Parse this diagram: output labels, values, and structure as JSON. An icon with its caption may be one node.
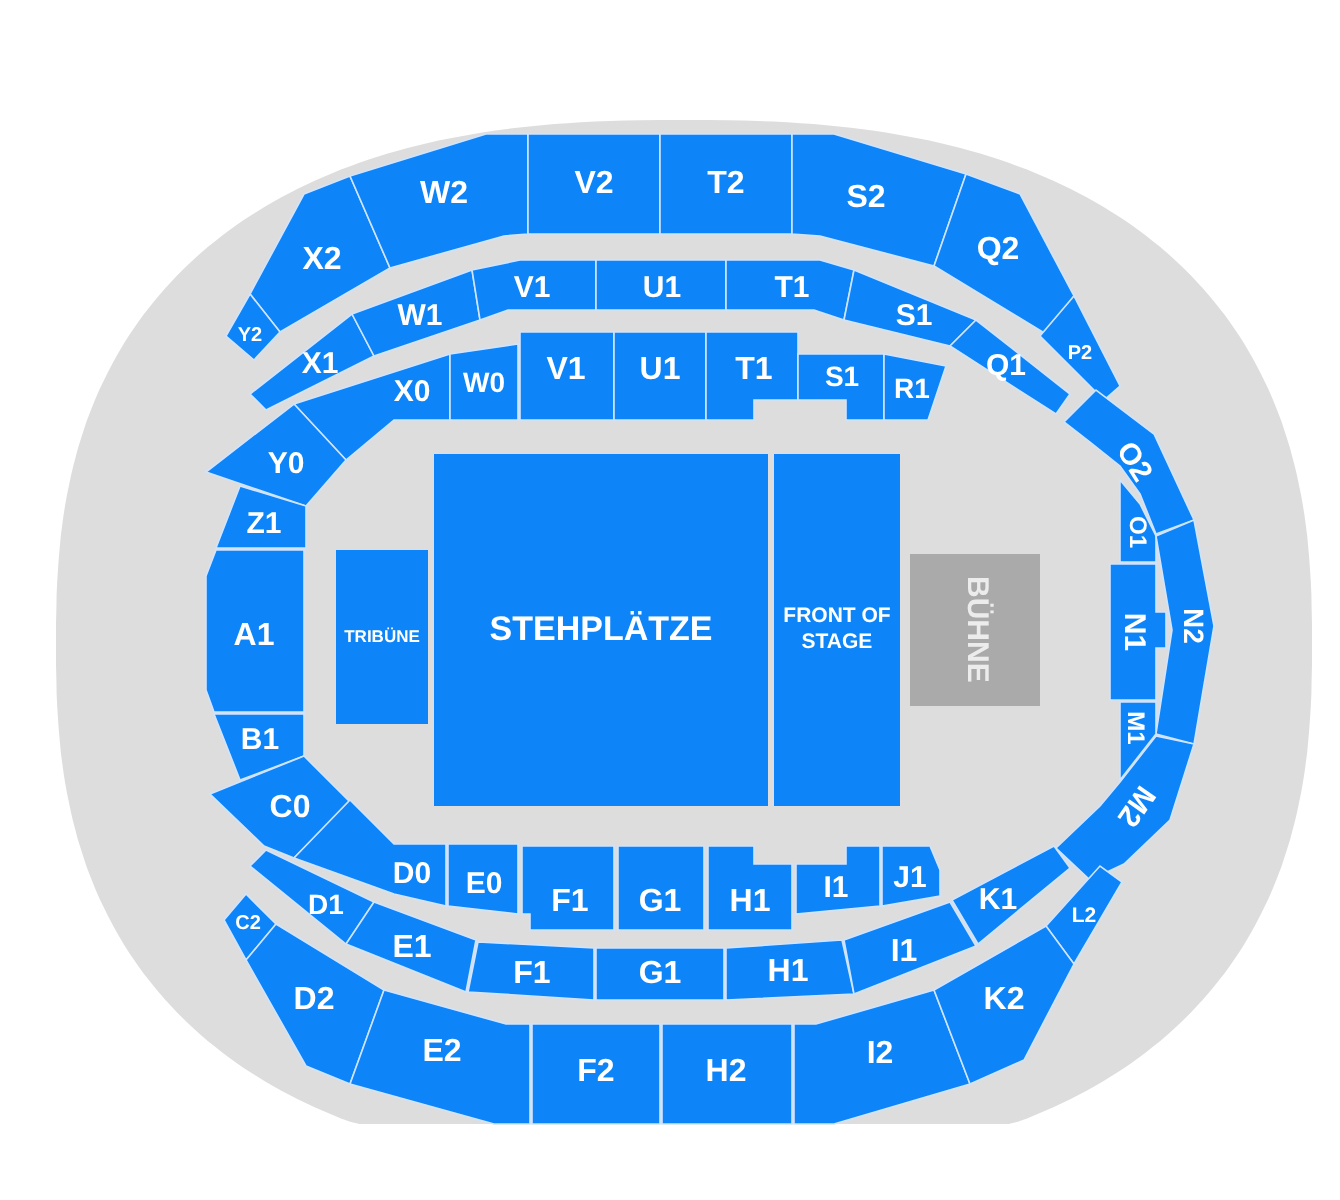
{
  "diagram": {
    "nodes": [
      {
        "text": [
          "X2"
        ]
      },
      {
        "text": [
          "W2"
        ]
      },
      {
        "text": [
          "V2"
        ]
      },
      {
        "text": [
          "T2"
        ]
      },
      {
        "text": [
          "S2"
        ]
      },
      {
        "text": [
          "Q2"
        ]
      },
      {
        "text": [
          "Y2"
        ]
      },
      {
        "text": [
          "P2"
        ]
      },
      {
        "text": [
          "X1"
        ]
      },
      {
        "text": [
          "W1"
        ]
      },
      {
        "text": [
          "V1"
        ]
      },
      {
        "text": [
          "U1"
        ]
      },
      {
        "text": [
          "T1"
        ]
      },
      {
        "text": [
          "S1"
        ]
      },
      {
        "text": [
          "Q1"
        ]
      },
      {
        "text": [
          "X0"
        ]
      },
      {
        "text": [
          "W0"
        ]
      },
      {
        "text": [
          "V1"
        ]
      },
      {
        "text": [
          "U1"
        ]
      },
      {
        "text": [
          "T1"
        ]
      },
      {
        "text": [
          "S1"
        ]
      },
      {
        "text": [
          "R1"
        ]
      },
      {
        "text": [
          "Y0"
        ]
      },
      {
        "text": [
          "O2"
        ]
      },
      {
        "text": [
          "Z1"
        ]
      },
      {
        "text": [
          "O1"
        ]
      },
      {
        "text": [
          "A1"
        ]
      },
      {
        "text": [
          "TRIBÜNE"
        ]
      },
      {
        "text": [
          "STEHPLÄTZE"
        ]
      },
      {
        "text": [
          "FRONT OF STAGE"
        ]
      },
      {
        "text": [
          "BÜHNE"
        ]
      },
      {
        "text": [
          "N1"
        ]
      },
      {
        "text": [
          "N2"
        ]
      },
      {
        "text": [
          "M1"
        ]
      },
      {
        "text": [
          "B1"
        ]
      },
      {
        "text": [
          "C0"
        ]
      },
      {
        "text": [
          "M2"
        ]
      },
      {
        "text": [
          "D0"
        ]
      },
      {
        "text": [
          "E0"
        ]
      },
      {
        "text": [
          "F1"
        ]
      },
      {
        "text": [
          "G1"
        ]
      },
      {
        "text": [
          "H1"
        ]
      },
      {
        "text": [
          "I1"
        ]
      },
      {
        "text": [
          "J1"
        ]
      },
      {
        "text": [
          "D1"
        ]
      },
      {
        "text": [
          "E1"
        ]
      },
      {
        "text": [
          "F1"
        ]
      },
      {
        "text": [
          "G1"
        ]
      },
      {
        "text": [
          "H1"
        ]
      },
      {
        "text": [
          "I1"
        ]
      },
      {
        "text": [
          "K1"
        ]
      },
      {
        "text": [
          "C2"
        ]
      },
      {
        "text": [
          "L2"
        ]
      },
      {
        "text": [
          "D2"
        ]
      },
      {
        "text": [
          "E2"
        ]
      },
      {
        "text": [
          "F2"
        ]
      },
      {
        "text": [
          "H2"
        ]
      },
      {
        "text": [
          "I2"
        ]
      },
      {
        "text": [
          "K2"
        ]
      }
    ]
  }
}
